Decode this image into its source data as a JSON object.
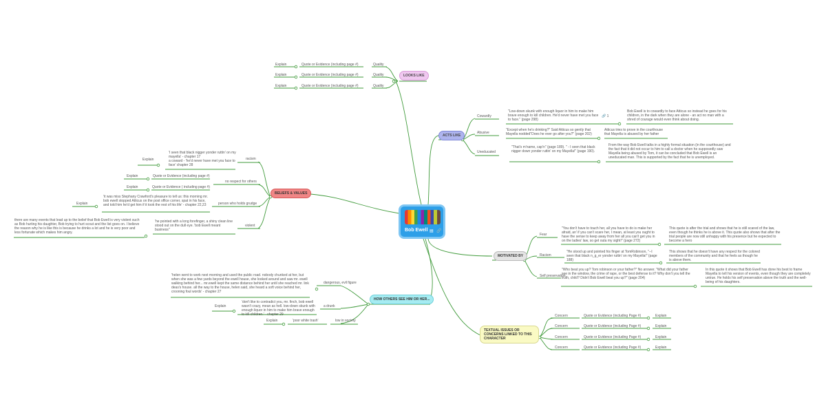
{
  "central": {
    "name": "Bob Ewell",
    "icons": [
      "note-icon",
      "link-icon"
    ]
  },
  "colors": {
    "line": "#3f9a3a",
    "looks": "#f0c8f0",
    "acts": "#aeb4ee",
    "beliefs": "#f08686",
    "motivated": "#e4e4e4",
    "others": "#a6ecf2",
    "textual": "#fafac4"
  },
  "looks_like": {
    "label": "LOOKS LIKE",
    "rows": [
      {
        "quality": "Quality",
        "quote": "Quote or Evidence (including page #)",
        "explain": "Explain"
      },
      {
        "quality": "Quality",
        "quote": "Quote or Evidence (including page #)",
        "explain": "Explain"
      },
      {
        "quality": "Quality",
        "quote": "Quote or Evidence (including page #)",
        "explain": "Explain"
      }
    ]
  },
  "acts_like": {
    "label": "ACTS LIKE",
    "rows": [
      {
        "trait": "Cowardly",
        "quote": "\"Low-down skunk with enough liquor in him to make him brave enough to kill children. He'd never have met you face to face.\" (page 298)",
        "link_count": "1",
        "explain": "Bob Ewell is to cowardly to face Atticus so instead he goes for his children, in the dark when they are alone - an act no man with a shred of courage would even think about doing."
      },
      {
        "trait": "Abusive",
        "quote": "\"Except when he's drinking?\" Said Atticus so gently that Mayella nodded\"Does he ever go after you?\" (page 202)",
        "explain": "Atticus tries to prove in the courthouse that Mayella is abused by her father"
      },
      {
        "trait": "Uneducated",
        "quote": "\"That's m'name, cap'n\" (page 189). \" - I seen that black nigger down yonder ruttin' on my Mayella!\" (page 190).",
        "explain": "From the way Bob Ewell talks in a highly formal situation (in the courthouse) and the fact that it did not occur to him to call a doctor when he supposedly saw Mayella being abused by Tom, it can be concluded that Bob Ewell is an uneducated man. This is supported by the fact that he is unemployed."
      }
    ]
  },
  "beliefs": {
    "label": "BELIEFS & VALUES",
    "rows": [
      {
        "name": "racism",
        "quote": "'I seen that black nigger yonder ruttin' on my mayella' - chapter 17\n a coward - 'he'd never have met you face to face' chapter 28",
        "explain": "Explain"
      },
      {
        "name": "no respect for others",
        "quote1": "Quote or Evidence (including page #)",
        "explain1": "Explain",
        "quote2": "Quote or Evidence ( including page #)",
        "explain2": "Explain"
      },
      {
        "name": "person who holds grudge",
        "quote": "'it was miss Stephany Crawford's pleasure to tell us: this morning mr. bob ewell stopped Atticus on the post office corner, spat in his face, and told him he'd get him if it took the rest of his life' - chapter 22,23",
        "explain": "Explain"
      },
      {
        "name": "violent",
        "quote": "'he pointed with a long forefinger, a shiny clean line stood out on the dull eye. 'bob Ewell meant business''",
        "explain": "there are many events that lead up to the belief that Bob Ewell is very violent such as Bob hurting his daughter, Bob trying to hurt scout and the list goes on. I believe the reason why he is like this is because he drinks a lot and he is very poor and less fortunate which makes him angry."
      }
    ]
  },
  "others": {
    "label": "HOW OTHERS SEE HIM OR HER...",
    "rows": [
      {
        "name": "dangerous, evil figure",
        "quote": "'helen went to work next morning and used the public road. nobody chunked at her, but when she was a few yards beyond the ewell house, she looked around and saw mr. ewell walking behind her... mr.ewell kept the same distance behind her until she reached mr. link deas's house. all the way to the house, helen said, she heard a soft voice behind her, crooning foul words' - chapter 27"
      },
      {
        "name": "a drunk",
        "quote": "'don't like to contradict you, mr. finch, bob ewell wasn't crazy, mean as hell. low-down skunk with enough liquor in him to make him brave enough to kill children.' - chapter 29",
        "explain": "Explain"
      },
      {
        "name": "low in society",
        "quote": "'poor white trash'",
        "explain": "Explain"
      }
    ]
  },
  "motivated": {
    "label": "MOTIVATED BY",
    "rows": [
      {
        "name": "Fear",
        "quote": "\"You don't have to touch her, all you have to do is make her afraid, an' if you can't scare her, I mean, at least you ought to have the sense to keep away from her all you can't get you in on the ladies' law, so get outa my sight!\" (page 272)",
        "explain": "This quote is after the trial and shows that he is still scared of the law, even though he thinks he is above it. This quote also shows that after the trial people are now still unhappy with his presence but he expected to become a hero"
      },
      {
        "name": "Racism",
        "quote": "\"He stood up and pointed his finger at TomRobinson, \"--I seen that black n_g_er yonder ruttin' on my Mayella!\" (page 188)",
        "explain": "This shows that he doesn't have any respect for the colored members of the community and that he feels as though he is above them."
      },
      {
        "name": "Self preservation",
        "quote": "\"Who beat you up? Tom robinson or your father?\" No answer. \"What did your father see in the window, the crime of rape, or the best defense to it? Why don't you tell the truth, child? Didn't Bob Ewell beat you up?\" (page 204)",
        "explain": "In this quote it shows that Bob Ewell has done his best to frame Mayella to tell his version of events, even though they are completely untrue. He holds his self preservation above the truth and the well-being of his daughters."
      }
    ]
  },
  "textual": {
    "label": "TEXTUAL ISSUES OR CONCERNS LINKED TO THIS CHARACTER",
    "rows": [
      {
        "concern": "Concern",
        "quote": "Quote or Evidence (including Page #)",
        "explain": "Explain"
      },
      {
        "concern": "Concern",
        "quote": "Quote or Evidence (including Page #)",
        "explain": "Explain"
      },
      {
        "concern": "Concern",
        "quote": "Quote or Evidence (including Page #)",
        "explain": "Explain"
      },
      {
        "concern": "Concern",
        "quote": "Quote or Evidence (including Page #)",
        "explain": "Explain"
      }
    ]
  }
}
